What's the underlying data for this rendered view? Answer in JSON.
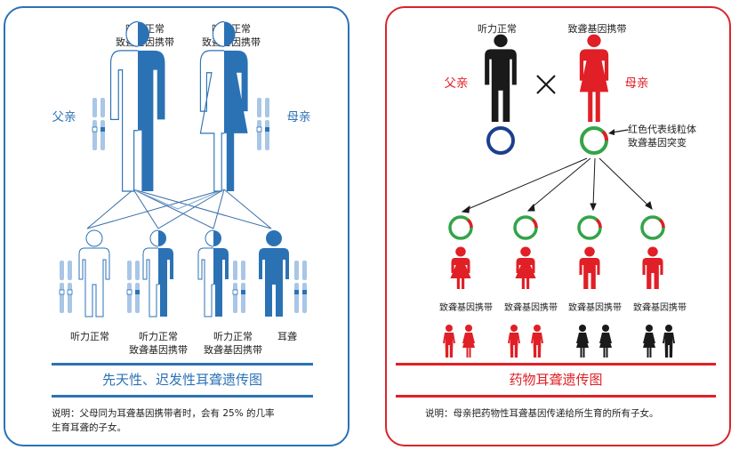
{
  "left": {
    "parent_labels": [
      "听力正常\n致聋基因携带",
      "听力正常\n致聋基因携带"
    ],
    "father": "父亲",
    "mother": "母亲",
    "child_labels": [
      "听力正常",
      "听力正常\n致聋基因携带",
      "听力正常\n致聋基因携带",
      "耳聋"
    ],
    "title": "先天性、迟发性耳聋遗传图",
    "note": "说明：父母同为耳聋基因携带者时，会有 25% 的几率\n生育耳聋的子女。"
  },
  "right": {
    "top_labels": [
      "听力正常",
      "致聋基因携带"
    ],
    "father": "父亲",
    "mother": "母亲",
    "annotation": "红色代表线粒体\n致聋基因突变",
    "carrier_labels": [
      "致聋基因携带",
      "致聋基因携带",
      "致聋基因携带",
      "致聋基因携带"
    ],
    "title": "药物耳聋遗传图",
    "note": "说明：母亲把药物性耳聋基因传递给所生育的所有子女。"
  },
  "colors": {
    "blue": "#2b72b5",
    "light_blue": "#a9c6e6",
    "red": "#e01f26",
    "green": "#33a447",
    "navy": "#1c3f8f",
    "black": "#1a1a1a"
  }
}
